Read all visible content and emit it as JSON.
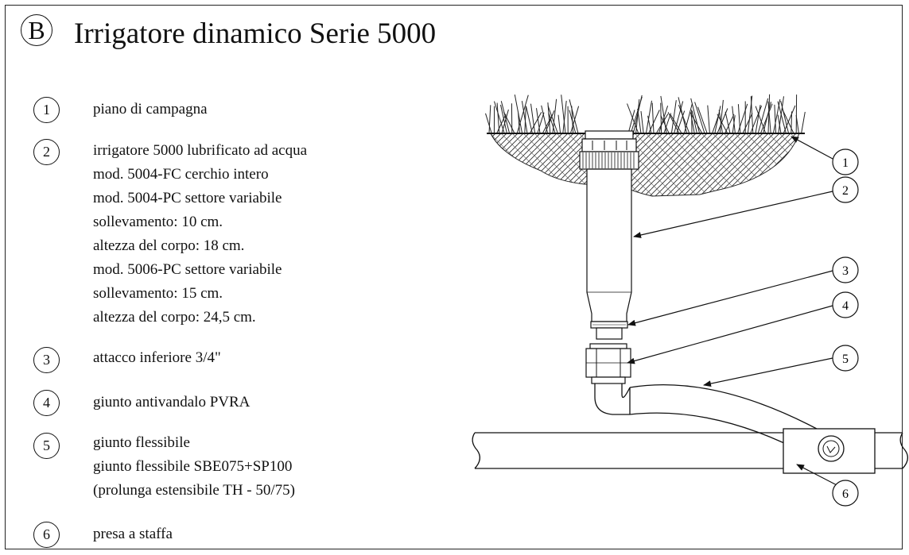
{
  "title": {
    "letter": "B",
    "text": "Irrigatore dinamico Serie 5000"
  },
  "legend": [
    {
      "num": "1",
      "lines": [
        "piano di campagna"
      ]
    },
    {
      "num": "2",
      "lines": [
        "irrigatore 5000 lubrificato ad acqua",
        "mod. 5004-FC cerchio intero",
        "mod. 5004-PC settore variabile",
        "sollevamento: 10 cm.",
        "altezza del corpo: 18 cm.",
        "mod. 5006-PC settore variabile",
        "sollevamento: 15 cm.",
        "altezza del corpo: 24,5 cm."
      ]
    },
    {
      "num": "3",
      "lines": [
        "attacco inferiore 3/4\""
      ]
    },
    {
      "num": "4",
      "lines": [
        "giunto antivandalo PVRA"
      ]
    },
    {
      "num": "5",
      "lines": [
        "giunto flessibile",
        "giunto flessibile SBE075+SP100",
        "(prolunga estensibile TH - 50/75)"
      ]
    },
    {
      "num": "6",
      "lines": [
        "presa a staffa"
      ]
    }
  ],
  "callouts": [
    "1",
    "2",
    "3",
    "4",
    "5",
    "6"
  ]
}
